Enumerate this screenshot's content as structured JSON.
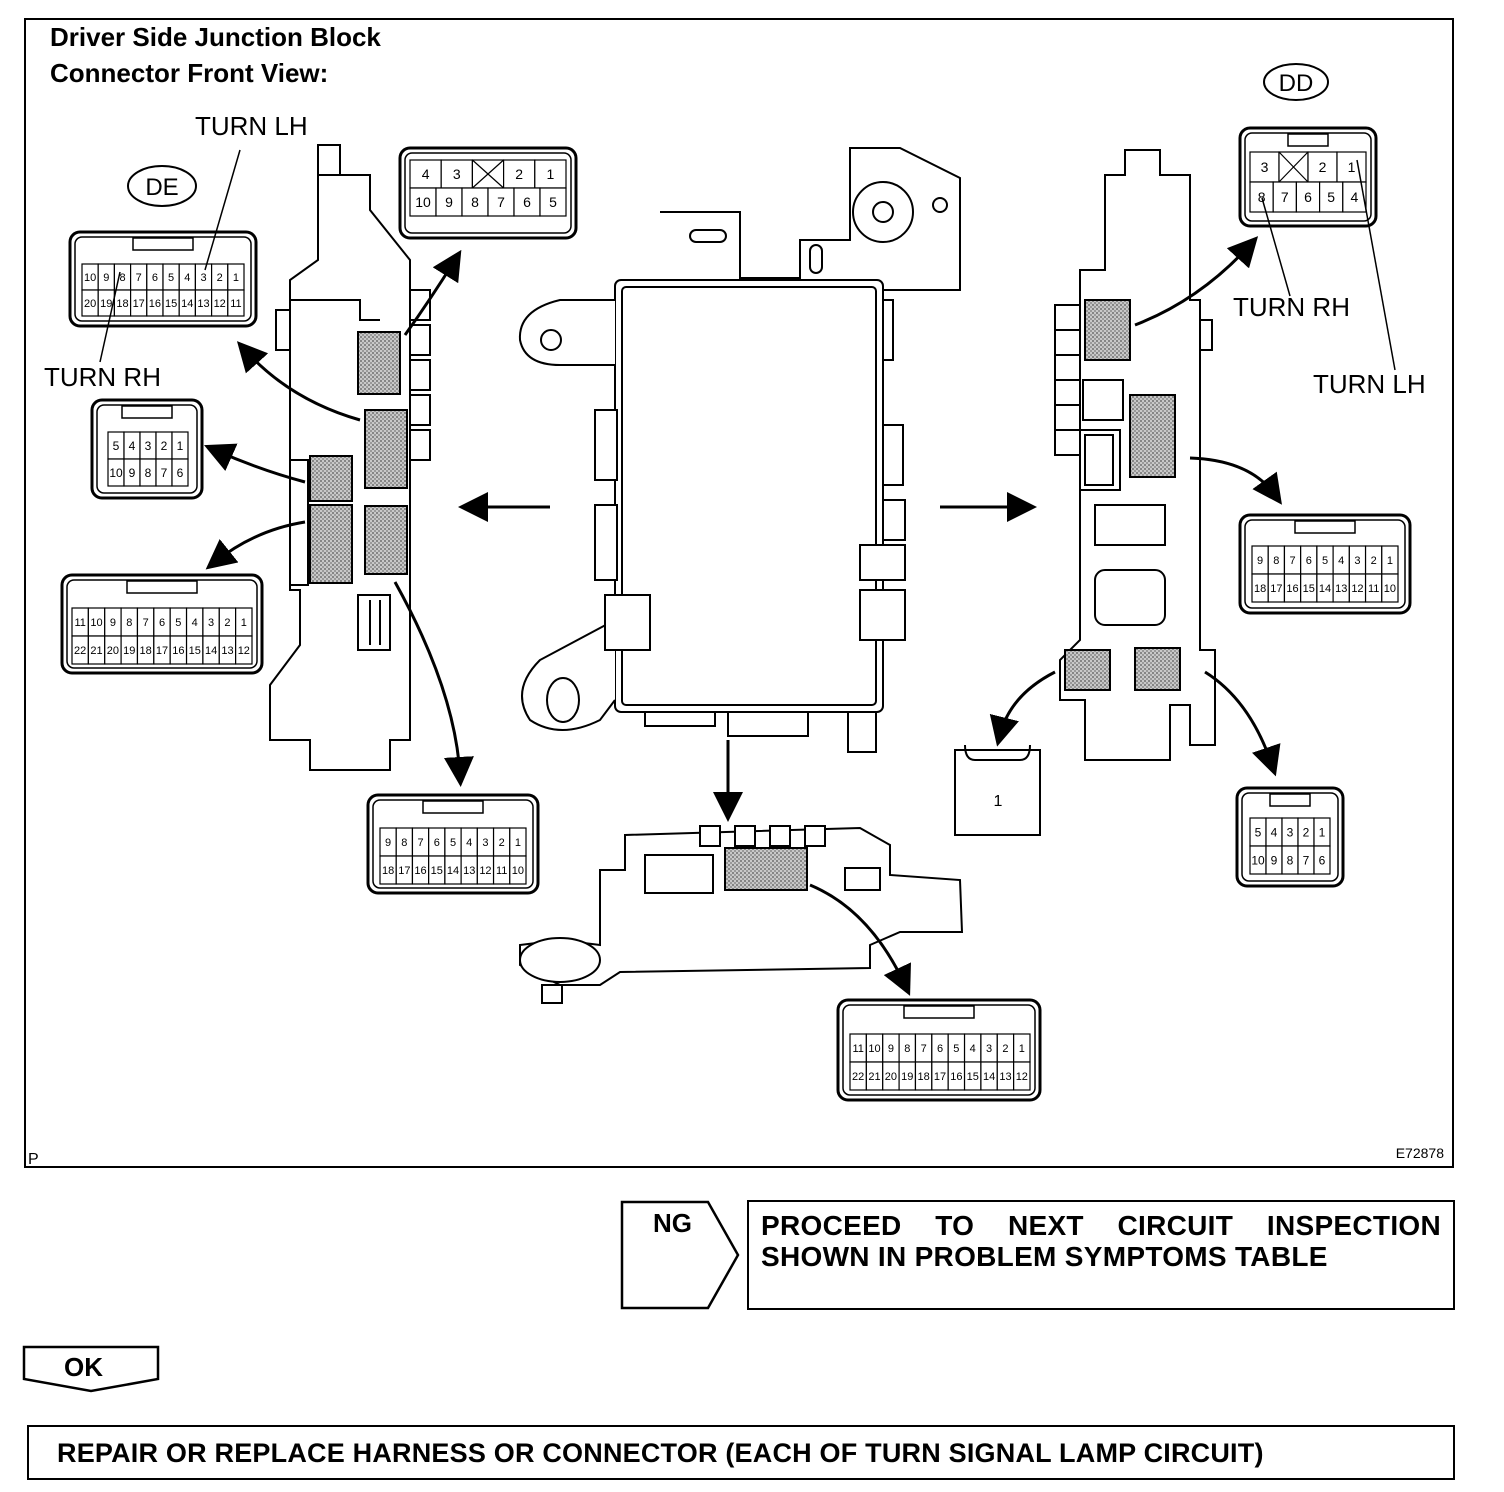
{
  "figure": {
    "title_line1": "Driver Side Junction Block",
    "title_line2": "Connector Front View:",
    "corner_left": "P",
    "figure_id": "E72878"
  },
  "connectors": {
    "DE": {
      "label": "DE",
      "top_row": [
        "10",
        "9",
        "8",
        "7",
        "6",
        "5",
        "4",
        "3",
        "2",
        "1"
      ],
      "bottom_row": [
        "20",
        "19",
        "18",
        "17",
        "16",
        "15",
        "14",
        "13",
        "12",
        "11"
      ],
      "callout_turn_lh": "TURN LH",
      "callout_turn_rh": "TURN RH"
    },
    "DD": {
      "label": "DD",
      "top_row": [
        "3",
        "",
        "2",
        "1"
      ],
      "bottom_row": [
        "8",
        "7",
        "6",
        "5",
        "4"
      ],
      "callout_turn_rh": "TURN RH",
      "callout_turn_lh": "TURN LH"
    },
    "ten_pin_top": {
      "top_row": [
        "4",
        "3",
        "",
        "2",
        "1"
      ],
      "bottom_row": [
        "10",
        "9",
        "8",
        "7",
        "6",
        "5"
      ]
    },
    "ten_pin_left": {
      "top_row": [
        "5",
        "4",
        "3",
        "2",
        "1"
      ],
      "bottom_row": [
        "10",
        "9",
        "8",
        "7",
        "6"
      ]
    },
    "twentytwo_left": {
      "top_row": [
        "11",
        "10",
        "9",
        "8",
        "7",
        "6",
        "5",
        "4",
        "3",
        "2",
        "1"
      ],
      "bottom_row": [
        "22",
        "21",
        "20",
        "19",
        "18",
        "17",
        "16",
        "15",
        "14",
        "13",
        "12"
      ]
    },
    "eighteen_bottom_left": {
      "top_row": [
        "9",
        "8",
        "7",
        "6",
        "5",
        "4",
        "3",
        "2",
        "1"
      ],
      "bottom_row": [
        "18",
        "17",
        "16",
        "15",
        "14",
        "13",
        "12",
        "11",
        "10"
      ]
    },
    "twentytwo_bottom": {
      "top_row": [
        "11",
        "10",
        "9",
        "8",
        "7",
        "6",
        "5",
        "4",
        "3",
        "2",
        "1"
      ],
      "bottom_row": [
        "22",
        "21",
        "20",
        "19",
        "18",
        "17",
        "16",
        "15",
        "14",
        "13",
        "12"
      ]
    },
    "eighteen_right": {
      "top_row": [
        "9",
        "8",
        "7",
        "6",
        "5",
        "4",
        "3",
        "2",
        "1"
      ],
      "bottom_row": [
        "18",
        "17",
        "16",
        "15",
        "14",
        "13",
        "12",
        "11",
        "10"
      ]
    },
    "ten_pin_right": {
      "top_row": [
        "5",
        "4",
        "3",
        "2",
        "1"
      ],
      "bottom_row": [
        "10",
        "9",
        "8",
        "7",
        "6"
      ]
    },
    "single_pin": {
      "pin": "1"
    }
  },
  "flow": {
    "ng_label": "NG",
    "ng_line1": "PROCEED TO NEXT CIRCUIT INSPECTION",
    "ng_line2": "SHOWN IN PROBLEM SYMPTOMS TABLE",
    "ok_label": "OK",
    "repair_text": "REPAIR OR REPLACE HARNESS OR CONNECTOR (EACH OF TURN SIGNAL LAMP CIRCUIT)"
  }
}
